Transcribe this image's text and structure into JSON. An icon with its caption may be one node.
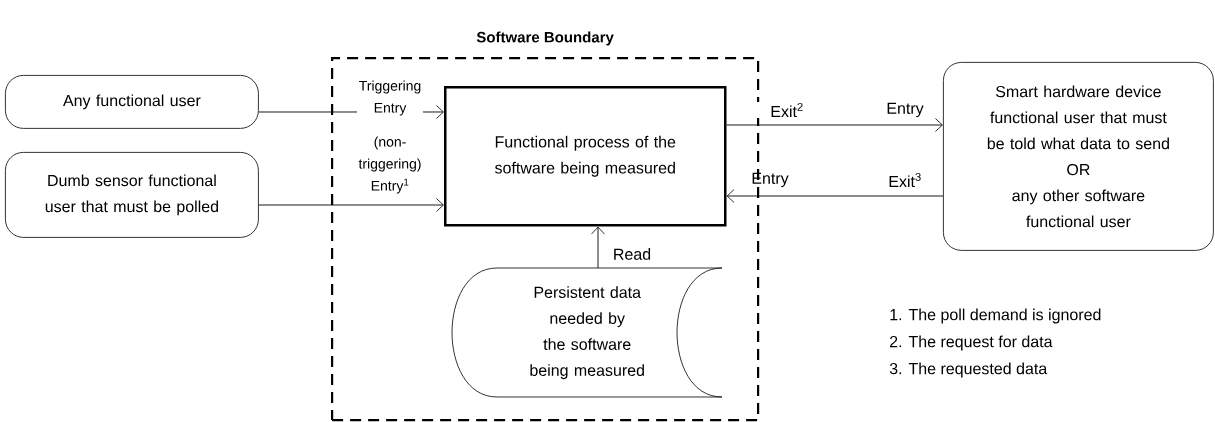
{
  "diagram": {
    "nodes": [
      {
        "text": [
          "Software Boundary"
        ]
      },
      {
        "text": [
          "Any functional user"
        ]
      },
      {
        "text": [
          "Dumb sensor functional user that must be polled"
        ]
      },
      {
        "text": [
          "Functional process of the software being measured"
        ],
        "in": 0
      },
      {
        "text": [
          "Persistent data needed by the software being measured"
        ],
        "in": 0
      },
      {
        "text": [
          "Smart hardware device functional user that must be told what data to send",
          "OR",
          "any other software functional user"
        ]
      }
    ],
    "edges": [
      {
        "from": 1,
        "to": 3,
        "arrow": "to",
        "label": "Triggering Entry"
      },
      {
        "from": 2,
        "to": 3,
        "arrow": "to",
        "label": "(non-triggering) Entry$^{1}$"
      },
      {
        "from": 3,
        "to": 5,
        "arrow": "to",
        "label": "Exit$^{2}$"
      },
      {
        "from": 5,
        "to": 3,
        "arrow": "to",
        "label": "Exit$^{3}$"
      },
      {
        "from": 4,
        "to": 3,
        "arrow": "to",
        "label": "Read"
      }
    ],
    "labels": [
      "Entry",
      "Entry",
      "1. The poll demand is ignored",
      "2. The request for data",
      "3. The requested data"
    ]
  }
}
